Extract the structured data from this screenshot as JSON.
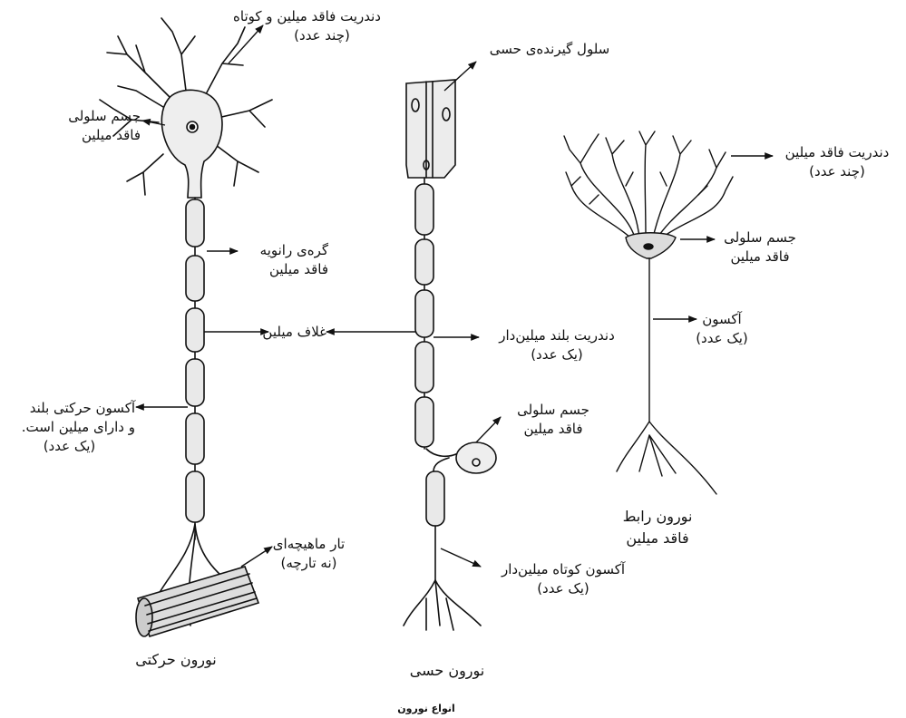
{
  "figure_caption": "انواع نورون",
  "neurons": {
    "motor": {
      "name": "نورون حرکتی",
      "labels": {
        "dendrite": [
          "دندریت فاقد میلین و کوتاه",
          "(چند عدد)"
        ],
        "cell_body": [
          "جسم سلولی",
          "فاقد میلین"
        ],
        "node_of_ranvier": [
          "گره‌ی رانویه",
          "فاقد میلین"
        ],
        "myelin_sheath": "غلاف میلین",
        "axon": [
          "آکسون حرکتی بلند",
          "و دارای میلین است.",
          "(یک عدد)"
        ],
        "muscle_fiber": [
          "تار ماهیچه‌ای",
          "(نه تارچه)"
        ]
      }
    },
    "sensory": {
      "name": "نورون حسی",
      "labels": {
        "receptor": "سلول گیرنده‌ی حسی",
        "dendrite": [
          "دندریت بلند میلین‌دار",
          "(یک عدد)"
        ],
        "cell_body": [
          "جسم سلولی",
          "فاقد میلین"
        ],
        "axon": [
          "آکسون کوتاه میلین‌دار",
          "(یک عدد)"
        ]
      }
    },
    "interneuron": {
      "name": [
        "نورون رابط",
        "فاقد میلین"
      ],
      "labels": {
        "dendrite": [
          "دندریت فاقد میلین",
          "(چند عدد)"
        ],
        "cell_body": [
          "جسم سلولی",
          "فاقد میلین"
        ],
        "axon": [
          "آکسون",
          "(یک عدد)"
        ]
      }
    }
  }
}
